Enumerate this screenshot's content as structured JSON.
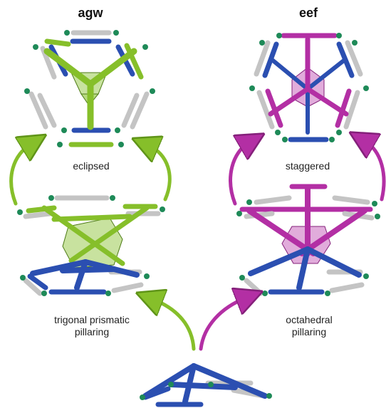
{
  "titles": {
    "left": "agw",
    "right": "eef"
  },
  "labels": {
    "eclipsed": "eclipsed",
    "staggered": "staggered",
    "trigonal_line1": "trigonal prismatic",
    "trigonal_line2": "pillaring",
    "octahedral_line1": "octahedral",
    "octahedral_line2": "pillaring"
  },
  "colors": {
    "green": "#86bf2a",
    "green_dark": "#5f9418",
    "magenta": "#b32fa4",
    "magenta_dark": "#84207a",
    "blue": "#2b4fb1",
    "blue_dark": "#1c3580",
    "gray": "#c4c4c4",
    "node": "#1e8a58"
  }
}
